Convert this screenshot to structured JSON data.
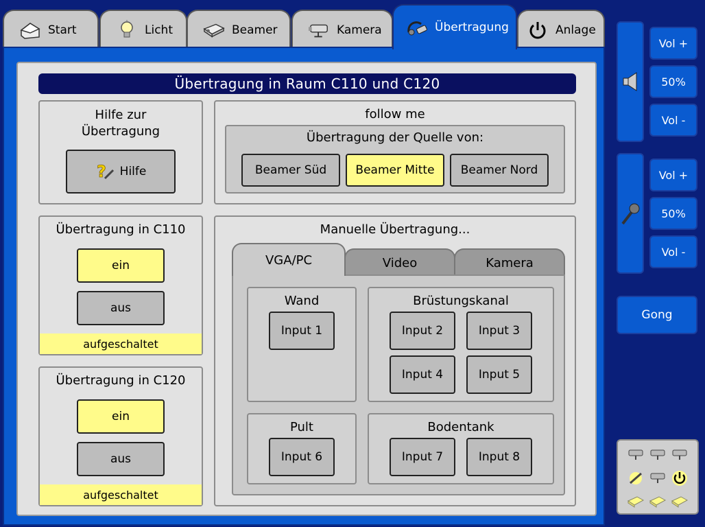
{
  "tabs": [
    {
      "label": "Start",
      "icon": "house-icon"
    },
    {
      "label": "Licht",
      "icon": "lightbulb-icon"
    },
    {
      "label": "Beamer",
      "icon": "projector-icon"
    },
    {
      "label": "Kamera",
      "icon": "camera-icon"
    },
    {
      "label": "Übertragung",
      "icon": "cable-icon",
      "active": true
    },
    {
      "label": "Anlage",
      "icon": "power-icon"
    }
  ],
  "main": {
    "title": "Übertragung in Raum C110 und C120",
    "help": {
      "title": "Hilfe zur Übertragung",
      "button": "Hilfe"
    },
    "follow": {
      "title": "follow me",
      "subtitle": "Übertragung der Quelle von:",
      "options": [
        "Beamer Süd",
        "Beamer Mitte",
        "Beamer Nord"
      ],
      "selected": "Beamer Mitte"
    },
    "c110": {
      "title": "Übertragung in C110",
      "on": "ein",
      "off": "aus",
      "status": "aufgeschaltet"
    },
    "c120": {
      "title": "Übertragung in C120",
      "on": "ein",
      "off": "aus",
      "status": "aufgeschaltet"
    },
    "manual": {
      "title": "Manuelle Übertragung...",
      "tabs": [
        "VGA/PC",
        "Video",
        "Kamera"
      ],
      "active_tab": "VGA/PC",
      "groups": {
        "wand": {
          "title": "Wand",
          "inputs": [
            "Input 1"
          ]
        },
        "bruestung": {
          "title": "Brüstungskanal",
          "inputs": [
            "Input 2",
            "Input 3",
            "Input 4",
            "Input 5"
          ]
        },
        "pult": {
          "title": "Pult",
          "inputs": [
            "Input 6"
          ]
        },
        "boden": {
          "title": "Bodentank",
          "inputs": [
            "Input 7",
            "Input 8"
          ]
        }
      }
    }
  },
  "sidebar": {
    "speaker": {
      "vol_up": "Vol +",
      "level": "50%",
      "vol_down": "Vol -"
    },
    "mic": {
      "vol_up": "Vol +",
      "level": "50%",
      "vol_down": "Vol -"
    },
    "gong": "Gong"
  },
  "colors": {
    "accent": "#0a5bd0",
    "background": "#0a1f7a",
    "highlight": "#fffb8a",
    "button": "#bdbdbd"
  }
}
